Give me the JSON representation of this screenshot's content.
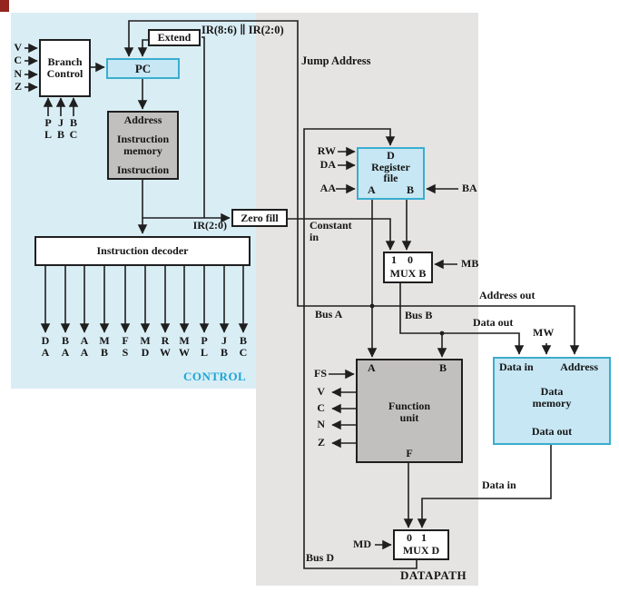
{
  "colors": {
    "control_bg": "#d9edf4",
    "datapath_bg": "#e6e4e2",
    "highlight_fill": "#c6e7f3",
    "highlight_border": "#3aadcf",
    "memory_fill": "#c2c0be",
    "wire": "#1f1f1f",
    "control_label_text": "#1ba5d6",
    "corner_marker": "#93241f"
  },
  "regions": {
    "control": "CONTROL",
    "datapath": "DATAPATH"
  },
  "control": {
    "flags": [
      "V",
      "C",
      "N",
      "Z"
    ],
    "branch_control": {
      "line1": "Branch",
      "line2": "Control"
    },
    "branch_inputs": [
      [
        "P",
        "L"
      ],
      [
        "J",
        "B"
      ],
      [
        "B",
        "C"
      ]
    ],
    "pc_label": "PC",
    "extend_label": "Extend",
    "ir_concat_label": "IR(8:6) ∥ IR(2:0)",
    "instruction_memory": {
      "port_top": "Address",
      "line1": "Instruction",
      "line2": "memory",
      "port_bottom": "Instruction"
    },
    "ir_2_0_label": "IR(2:0)",
    "zero_fill_label": "Zero fill",
    "decoder_label": "Instruction decoder",
    "decoder_outputs": [
      [
        "D",
        "A"
      ],
      [
        "B",
        "A"
      ],
      [
        "A",
        "A"
      ],
      [
        "M",
        "B"
      ],
      [
        "F",
        "S"
      ],
      [
        "M",
        "D"
      ],
      [
        "R",
        "W"
      ],
      [
        "M",
        "W"
      ],
      [
        "P",
        "L"
      ],
      [
        "J",
        "B"
      ],
      [
        "B",
        "C"
      ]
    ]
  },
  "datapath": {
    "jump_address_label": "Jump Address",
    "register_file": {
      "port_d": "D",
      "line1": "Register",
      "line2": "file",
      "port_a": "A",
      "port_b": "B"
    },
    "rf_inputs": [
      "RW",
      "DA",
      "AA"
    ],
    "rf_input_right": "BA",
    "constant_line1": "Constant",
    "constant_line2": "in",
    "mux_b": {
      "sel_left": "1",
      "sel_right": "0",
      "label": "MUX B",
      "control": "MB"
    },
    "bus_a_label": "Bus A",
    "bus_b_label": "Bus B",
    "address_out_label": "Address out",
    "data_out_label": "Data out",
    "mw_label": "MW",
    "function_unit": {
      "port_a": "A",
      "port_b": "B",
      "line1": "Function",
      "line2": "unit",
      "port_f": "F",
      "control": "FS",
      "flags": [
        "V",
        "C",
        "N",
        "Z"
      ]
    },
    "data_memory": {
      "port_data_in": "Data in",
      "port_address": "Address",
      "line1": "Data",
      "line2": "memory",
      "port_data_out": "Data out"
    },
    "data_in_label": "Data in",
    "mux_d": {
      "sel_left": "0",
      "sel_right": "1",
      "label": "MUX D",
      "control": "MD"
    },
    "bus_d_label": "Bus D"
  }
}
